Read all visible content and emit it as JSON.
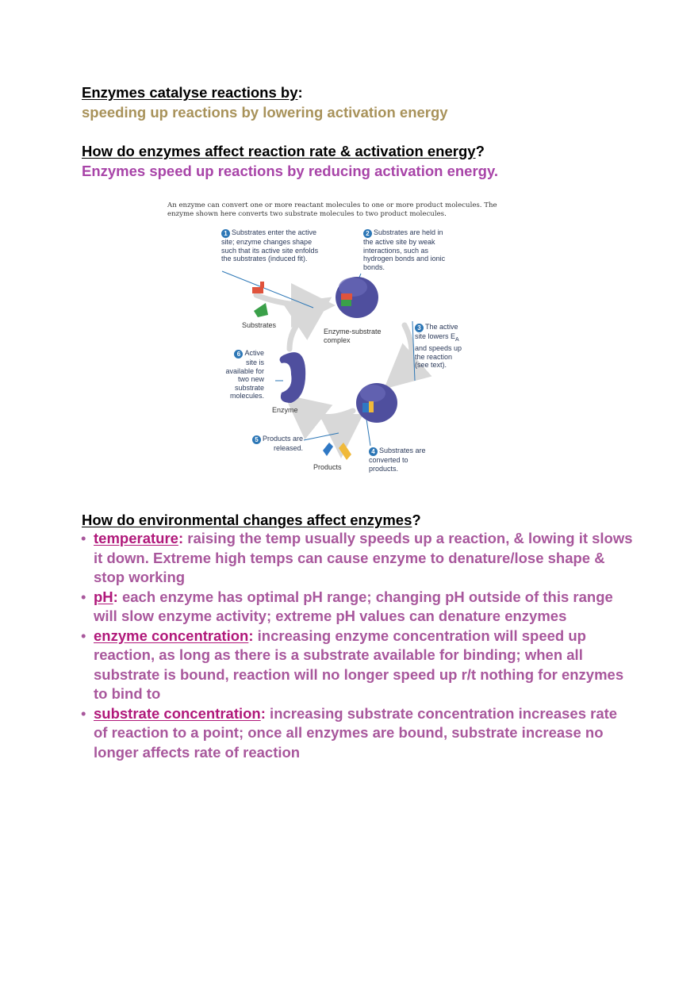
{
  "sections": {
    "s1": {
      "heading": "Enzymes catalyse reactions by",
      "heading_suffix": ":",
      "answer": "speeding up reactions by lowering activation energy"
    },
    "s2": {
      "heading": "How do enzymes affect reaction rate & activation energy",
      "heading_suffix": "?",
      "answer": "Enzymes speed up reactions by reducing activation energy."
    },
    "s3": {
      "heading": "How do environmental changes affect enzymes",
      "heading_suffix": "?"
    }
  },
  "figure": {
    "caption": "An enzyme can convert one or more reactant molecules to one or more product molecules. The enzyme shown here converts two substrate molecules to two product molecules.",
    "callouts": {
      "c1": {
        "num": "1",
        "text": "Substrates enter the active site; enzyme changes shape such that its active site enfolds the substrates (induced fit)."
      },
      "c2": {
        "num": "2",
        "text": "Substrates are held in the active site by weak interactions, such as hydrogen bonds and ionic bonds."
      },
      "c3": {
        "num": "3",
        "text_a": "The active site lowers E",
        "sub": "A",
        "text_b": " and speeds up the reaction (see text)."
      },
      "c4": {
        "num": "4",
        "text": "Substrates are converted to products."
      },
      "c5": {
        "num": "5",
        "text": "Products are released."
      },
      "c6": {
        "num": "6",
        "text": "Active site is available for two new substrate molecules."
      }
    },
    "labels": {
      "substrates": "Substrates",
      "complex": "Enzyme-substrate complex",
      "enzyme": "Enzyme",
      "products": "Products"
    },
    "colors": {
      "enzyme": "#4f4f9e",
      "arrow": "#d8d8d8",
      "callout_line": "#2d77b6",
      "substrate_red": "#e0533c",
      "substrate_green": "#3aa049",
      "product_blue": "#2f78c4",
      "product_yellow": "#f0b93a"
    }
  },
  "factors": [
    {
      "term": "temperature",
      "text": " raising the temp usually speeds up a reaction, & lowing it slows it down. Extreme high temps can cause enzyme to denature/lose shape & stop working"
    },
    {
      "term": "pH",
      "text": " each enzyme has optimal pH range; changing pH outside of this range will slow enzyme activity; extreme pH values can denature enzymes"
    },
    {
      "term": "enzyme concentration",
      "text": " increasing enzyme concentration will speed up reaction, as long as there is a substrate available for binding; when all substrate is bound, reaction will no longer speed up r/t nothing for enzymes to bind to"
    },
    {
      "term": "substrate concentration",
      "text": " increasing substrate concentration increases rate of reaction to a point; once all enzymes are bound, substrate increase no longer affects rate of reaction"
    }
  ],
  "bullet_char": "•",
  "colon_char": ":"
}
